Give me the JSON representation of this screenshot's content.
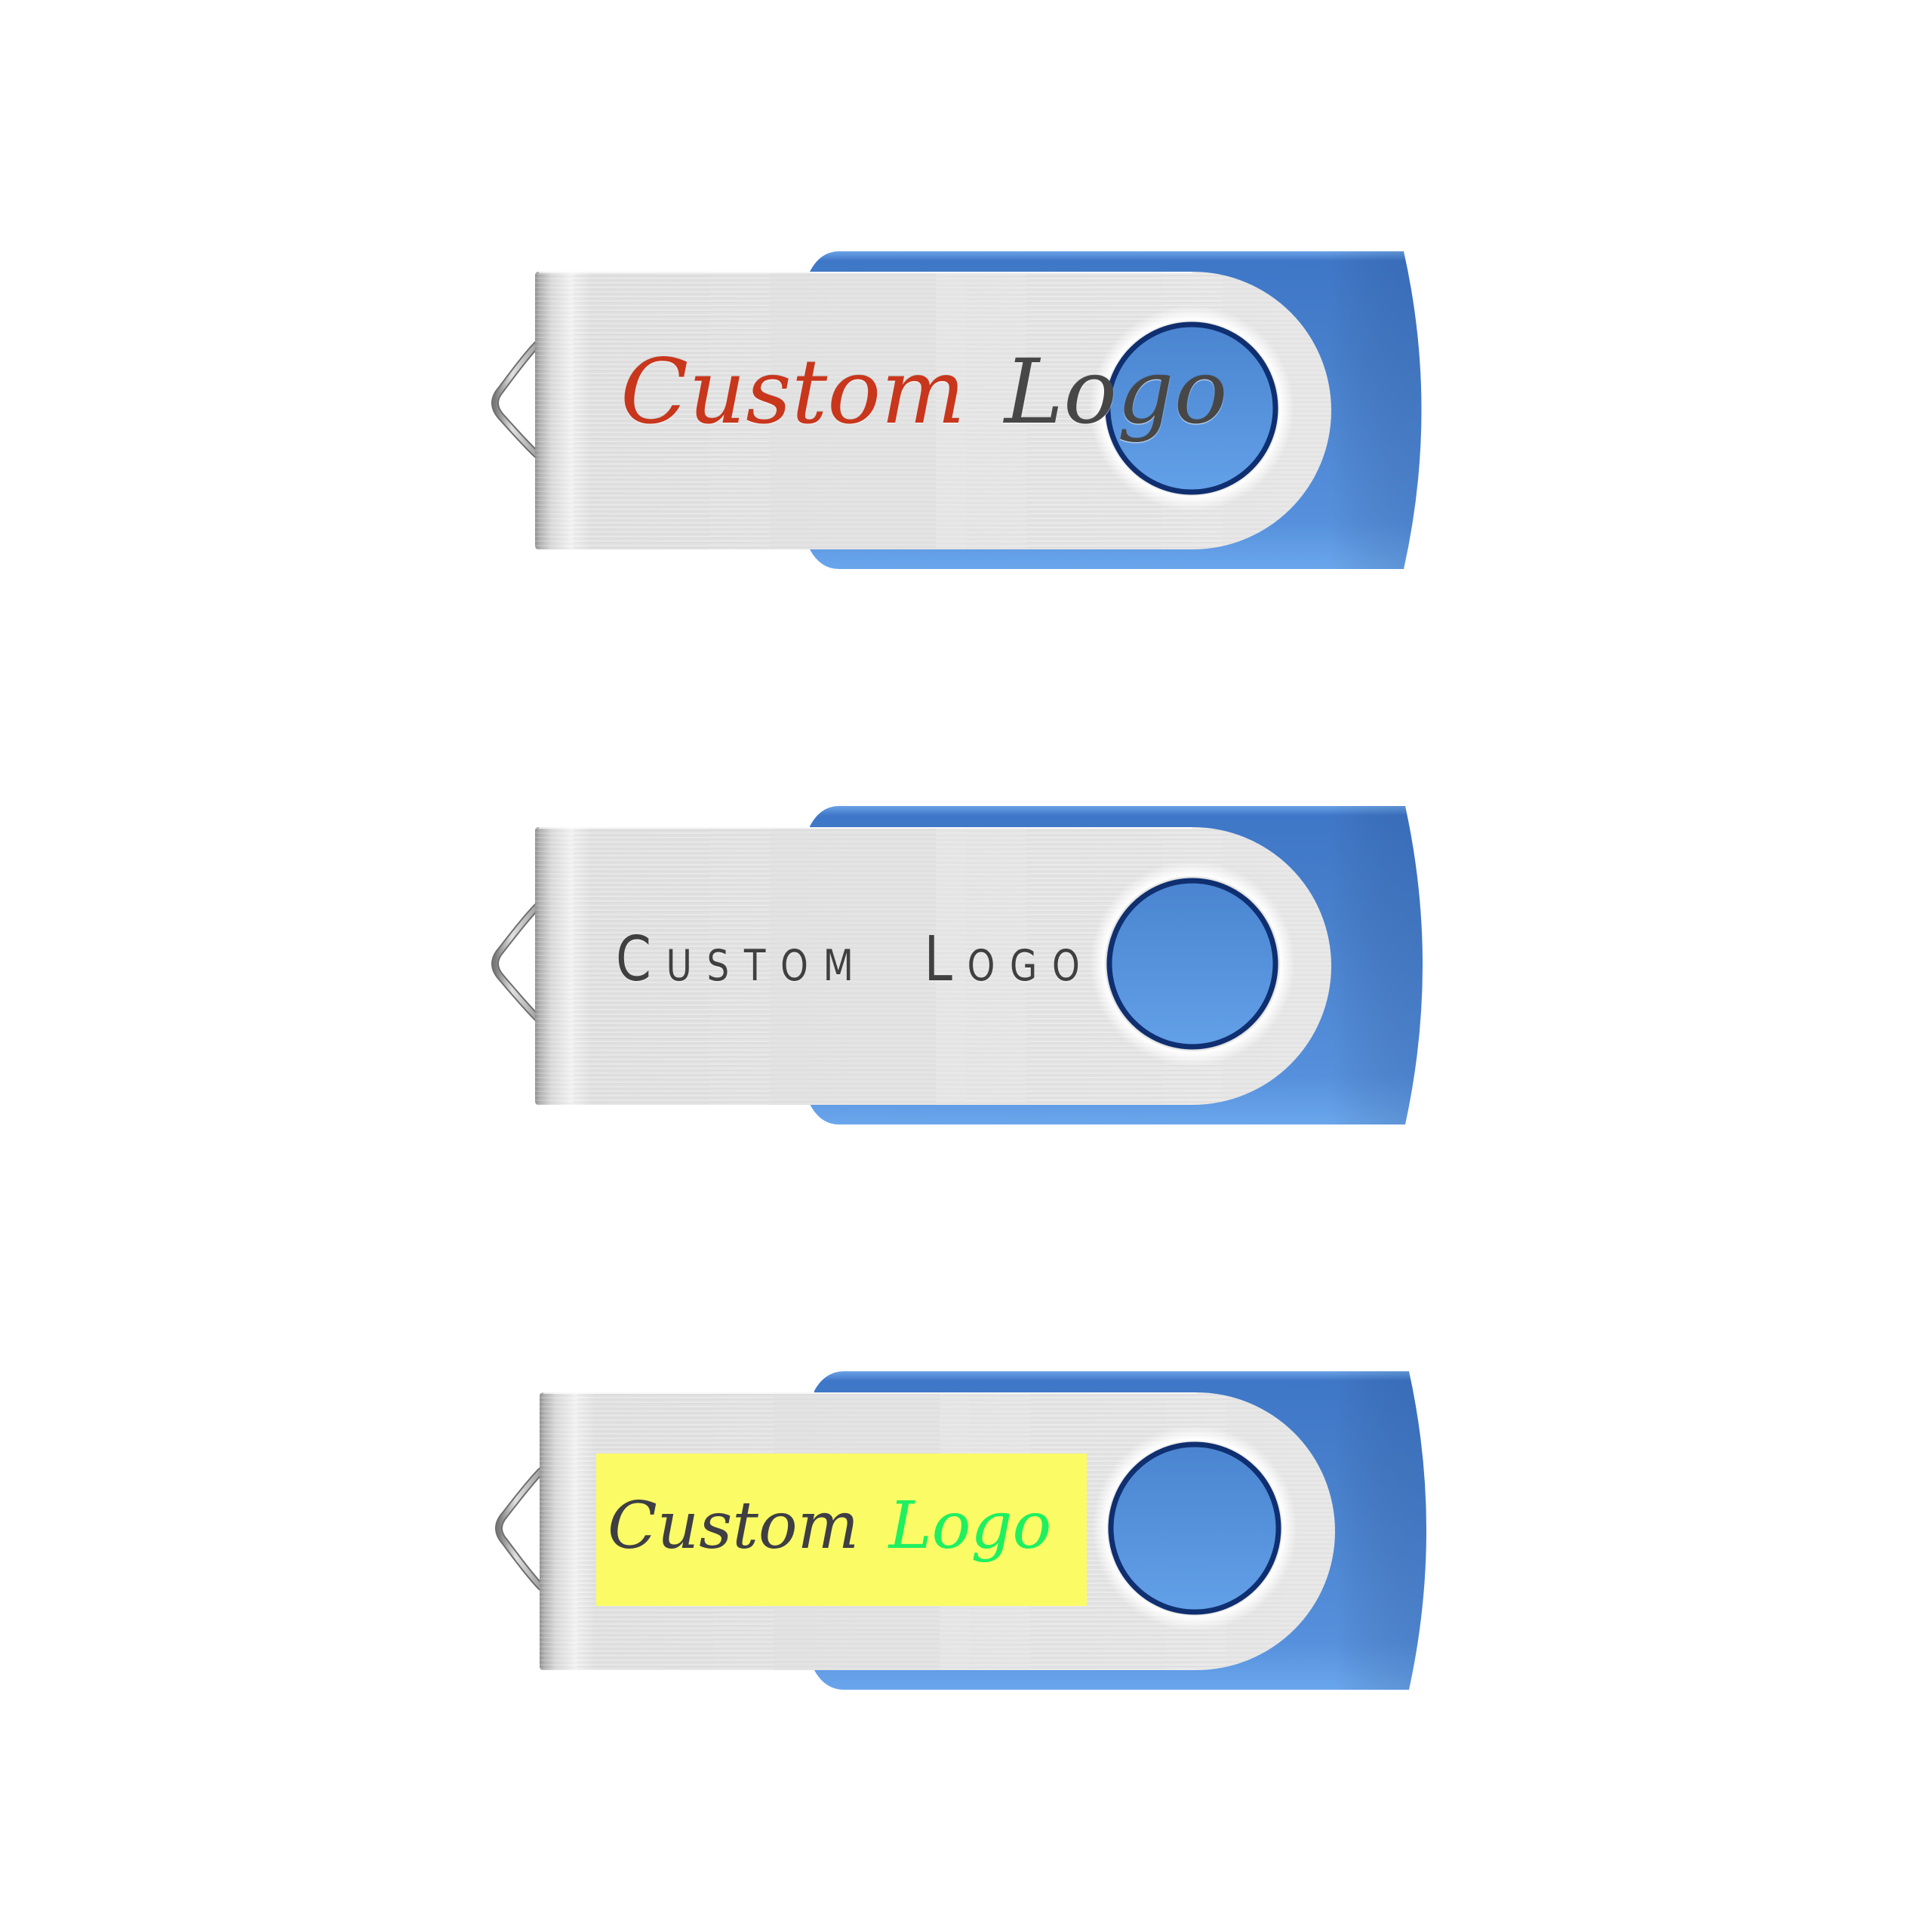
{
  "product": {
    "type": "swivel USB flash drive",
    "body_color": "#4f8ad6",
    "body_color_light": "#66a3ea",
    "body_color_dark": "#3d74c4",
    "knob_ring_color": "#0f2f70",
    "metal_color": "#e6e6e6"
  },
  "drives": [
    {
      "id": "drive-1",
      "style": "engraved-script-two-color",
      "logo": {
        "word1": "Custom",
        "word2": "Logo",
        "word1_color": "#c8361c",
        "word2_color": "#474747"
      }
    },
    {
      "id": "drive-2",
      "style": "laser-engraved-small-caps",
      "logo": {
        "word1": "Custom",
        "word2": "Logo",
        "word1_color": "#404040",
        "word2_color": "#404040"
      }
    },
    {
      "id": "drive-3",
      "style": "color-print-on-yellow",
      "logo": {
        "word1": "Custom",
        "word2": "Logo",
        "word1_color": "#3e3e44",
        "word2_color": "#1ef060",
        "background_color": "#fbfb66"
      }
    }
  ]
}
